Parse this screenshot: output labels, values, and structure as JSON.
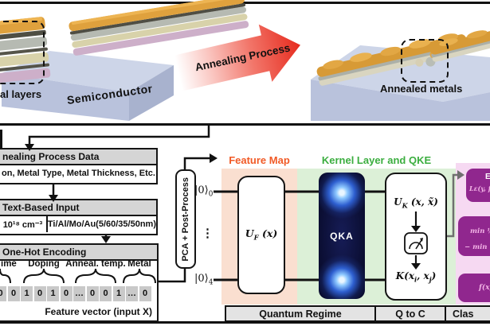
{
  "top_panel": {
    "metal_layers_label": "al layers",
    "semiconductor_label": "Semiconductor",
    "annealing_arrow_label": "Annealing Process",
    "annealed_metals_label": "Annealed metals"
  },
  "pipeline": {
    "process_data_box": {
      "title": "nealing Process Data",
      "row": "on, Metal Type, Metal Thickness, Etc."
    },
    "text_input_box": {
      "title": "Text-Based Input",
      "doping_value": "10¹⁸ cm⁻³",
      "stack_value": "Ti/Al/Mo/Au(5/60/35/50nm)"
    },
    "one_hot_box": {
      "title": "One-Hot Encoding",
      "group_labels": [
        "ime",
        "Doping",
        "Anneal. temp.",
        "Metal"
      ],
      "cells": [
        "0",
        "0",
        "1",
        "0",
        "1",
        "0",
        "…",
        "0",
        "0",
        "1",
        "…",
        "0"
      ],
      "caption": "Feature vector (input X)"
    },
    "pca_label": "PCA + Post-Process"
  },
  "circuit": {
    "feature_map_label": "Feature Map",
    "kernel_layer_label": "Kernel Layer and QKE",
    "qubit_top": {
      "ket": "|0⟩",
      "sub": "0"
    },
    "qubit_bottom": {
      "ket": "|0⟩",
      "sub": "4"
    },
    "qubit_ellipsis": "⋮",
    "feature_unitary": {
      "base": "U",
      "sub": "F",
      "args": " (x)"
    },
    "qka_label": "QKA",
    "kernel_unitary": {
      "base": "U",
      "sub": "K",
      "args": " (x, x̃)"
    },
    "kernel_function": {
      "p1": "K(x",
      "s1": "i",
      "p2": ", x",
      "s2": "j",
      "p3": ")"
    }
  },
  "classical": {
    "loss_box": {
      "title_fragment": "E",
      "formula_fragment": "Lε(y, f(x)"
    },
    "optimization_box": {
      "line1": "min ½",
      "line2": "− min"
    },
    "prediction_box": {
      "formula_fragment": "f(x)"
    }
  },
  "regime_bar": {
    "sections": [
      "Quantum Regime",
      "Q to C",
      "Clas"
    ]
  },
  "colors": {
    "feature_map_accent": "#F15A26",
    "kernel_accent": "#3BAE3F",
    "purple_box": "#90278E",
    "arrow_red": "#E52A1E"
  }
}
